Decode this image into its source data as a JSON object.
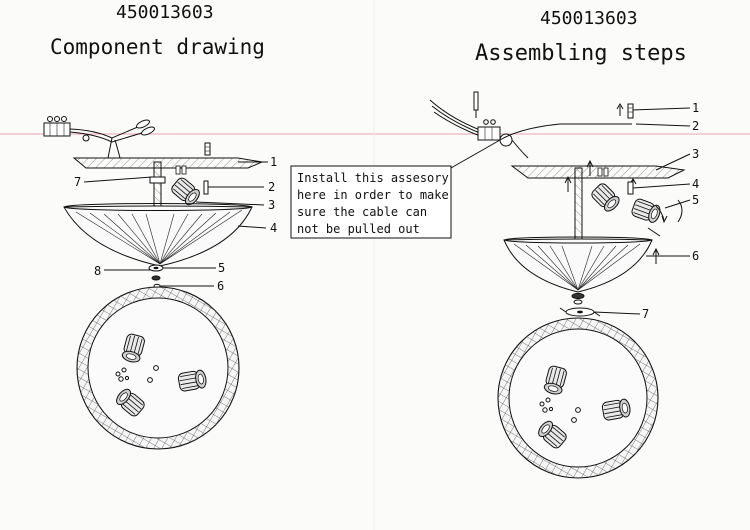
{
  "left": {
    "code": "450013603",
    "title": "Component drawing",
    "callouts": [
      "1",
      "2",
      "3",
      "4",
      "5",
      "6",
      "7",
      "8"
    ]
  },
  "right": {
    "code": "450013603",
    "title": "Assembling steps",
    "callouts": [
      "1",
      "2",
      "3",
      "4",
      "5",
      "6",
      "7"
    ]
  },
  "note": {
    "lines": [
      "Install this assesory",
      "here in order to make",
      "sure the cable can",
      "not be pulled out"
    ]
  },
  "colors": {
    "ink": "#111111",
    "fold_line": "#e8a0b0",
    "paper": "#fbfbfa"
  }
}
